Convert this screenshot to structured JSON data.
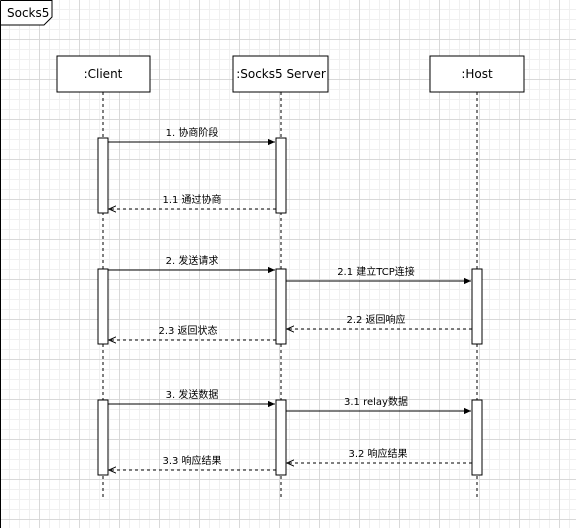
{
  "frame": {
    "title": "Socks5"
  },
  "participants": [
    {
      "id": "client",
      "label": ":Client"
    },
    {
      "id": "server",
      "label": ":Socks5 Server"
    },
    {
      "id": "host",
      "label": ":Host"
    }
  ],
  "messages": [
    {
      "id": "m1",
      "label": "1. 协商阶段",
      "from": "client",
      "to": "server",
      "kind": "sync"
    },
    {
      "id": "m11",
      "label": "1.1 通过协商",
      "from": "server",
      "to": "client",
      "kind": "reply"
    },
    {
      "id": "m2",
      "label": "2. 发送请求",
      "from": "client",
      "to": "server",
      "kind": "sync"
    },
    {
      "id": "m21",
      "label": "2.1 建立TCP连接",
      "from": "server",
      "to": "host",
      "kind": "sync"
    },
    {
      "id": "m22",
      "label": "2.2 返回响应",
      "from": "host",
      "to": "server",
      "kind": "reply"
    },
    {
      "id": "m23",
      "label": "2.3 返回状态",
      "from": "server",
      "to": "client",
      "kind": "reply"
    },
    {
      "id": "m3",
      "label": "3. 发送数据",
      "from": "client",
      "to": "server",
      "kind": "sync"
    },
    {
      "id": "m31",
      "label": "3.1 relay数据",
      "from": "server",
      "to": "host",
      "kind": "sync"
    },
    {
      "id": "m32",
      "label": "3.2 响应结果",
      "from": "host",
      "to": "server",
      "kind": "reply"
    },
    {
      "id": "m33",
      "label": "3.3 响应结果",
      "from": "server",
      "to": "client",
      "kind": "reply"
    }
  ]
}
